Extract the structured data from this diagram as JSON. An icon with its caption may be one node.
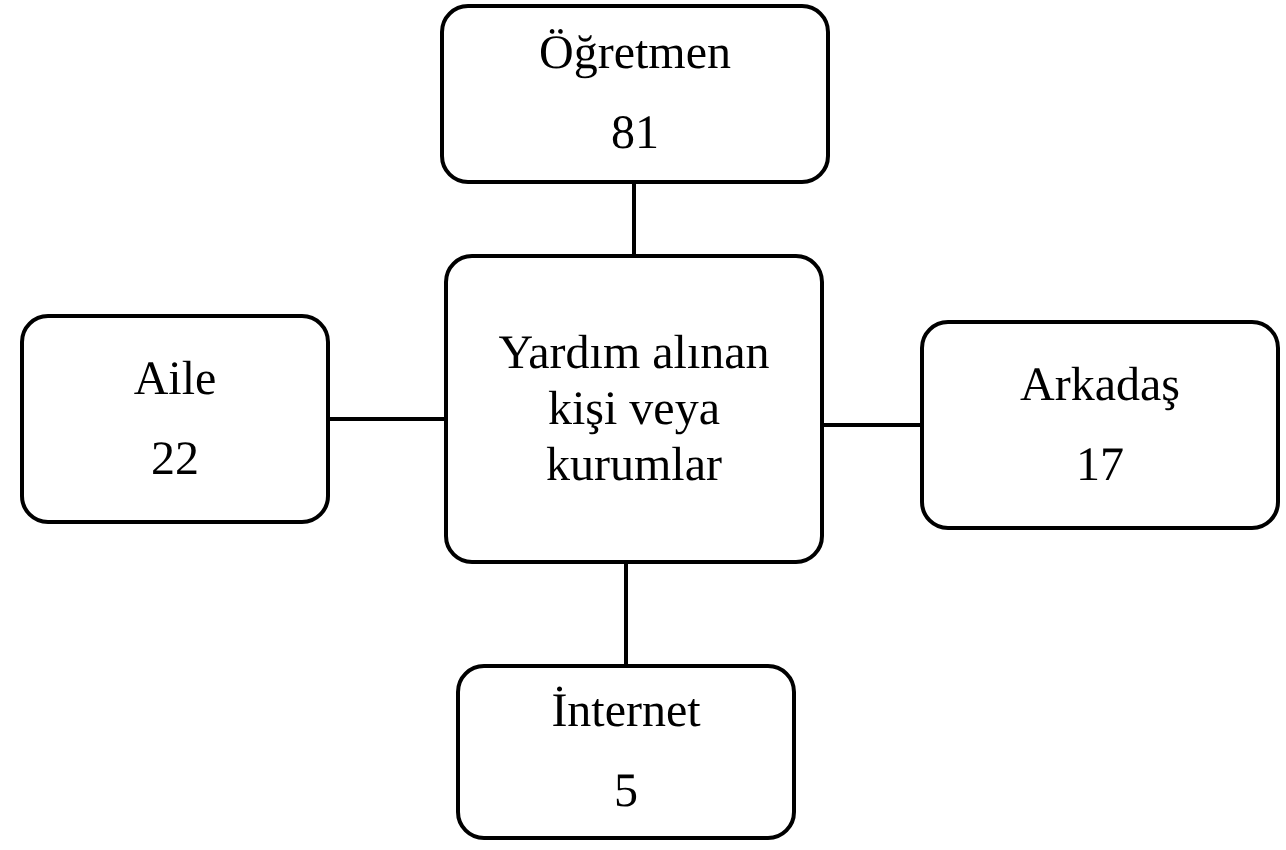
{
  "diagram": {
    "nodes": [
      {
        "text": [
          "Yardım alınan kişi veya kurumlar"
        ]
      },
      {
        "text": [
          "Öğretmen",
          "81"
        ]
      },
      {
        "text": [
          "Aile",
          "22"
        ]
      },
      {
        "text": [
          "Arkadaş",
          "17"
        ]
      },
      {
        "text": [
          "İnternet",
          "5"
        ]
      }
    ],
    "edges": [
      {
        "from": 0,
        "to": 1,
        "arrow": "none"
      },
      {
        "from": 0,
        "to": 2,
        "arrow": "none"
      },
      {
        "from": 0,
        "to": 3,
        "arrow": "none"
      },
      {
        "from": 0,
        "to": 4,
        "arrow": "none"
      }
    ]
  }
}
